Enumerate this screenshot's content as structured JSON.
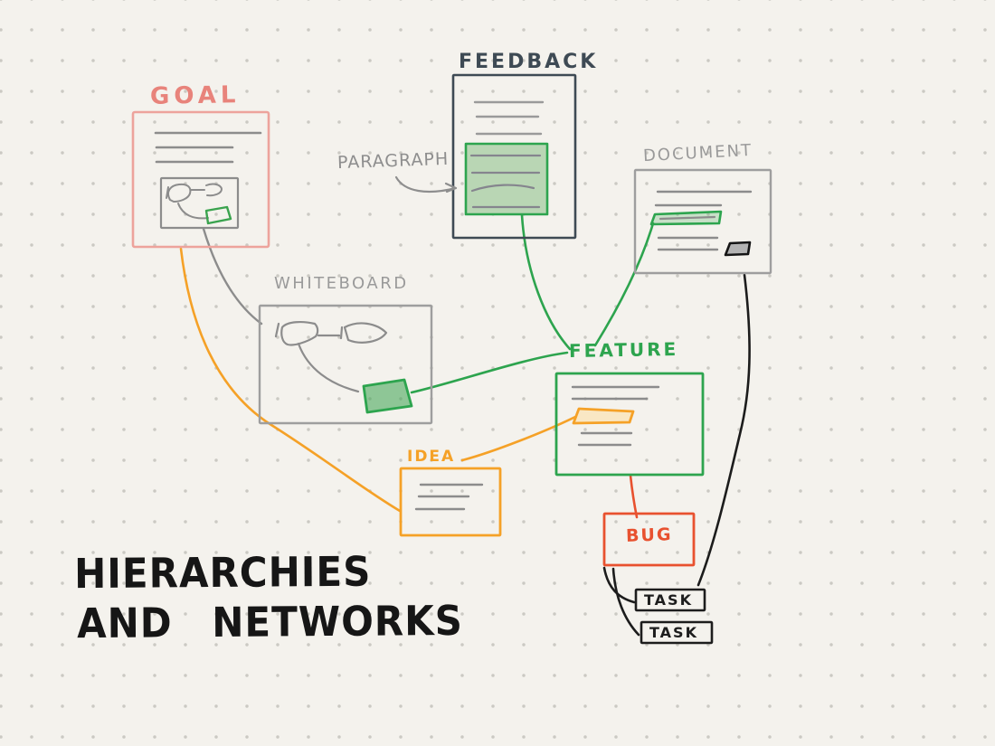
{
  "title": {
    "line1": "HIERARCHIES",
    "line2": "AND NETWORKS"
  },
  "nodes": {
    "goal": {
      "label": "GOAL",
      "color": "#e8837b"
    },
    "feedback": {
      "label": "FEEDBACK",
      "color": "#3e4a54"
    },
    "document": {
      "label": "DOCUMENT",
      "color": "#9a9a9a"
    },
    "whiteboard": {
      "label": "WHITEBOARD",
      "color": "#9a9a9a"
    },
    "feature": {
      "label": "FEATURE",
      "color": "#2da44e"
    },
    "idea": {
      "label": "IDEA",
      "color": "#f5a127"
    },
    "bug": {
      "label": "BUG",
      "color": "#e8512f"
    },
    "task1": {
      "label": "TASK",
      "color": "#1d1d1d"
    },
    "task2": {
      "label": "TASK",
      "color": "#1d1d1d"
    }
  },
  "annotations": {
    "paragraph": {
      "label": "PARAGRAPH",
      "color": "#8e8e8e"
    }
  },
  "colors": {
    "background": "#f4f2ed",
    "dot_grid": "#cbc9c3",
    "sketch_gray": "#8c8c8c",
    "box_gray": "#9e9e9e",
    "salmon": "#eda39c",
    "dark_slate": "#3e4a54",
    "green": "#2da44e",
    "green_fill": "#b9d6b4",
    "orange": "#f5a127",
    "orange_fill": "#f9e7c4",
    "red": "#e8512f",
    "black": "#1c1c1c"
  }
}
